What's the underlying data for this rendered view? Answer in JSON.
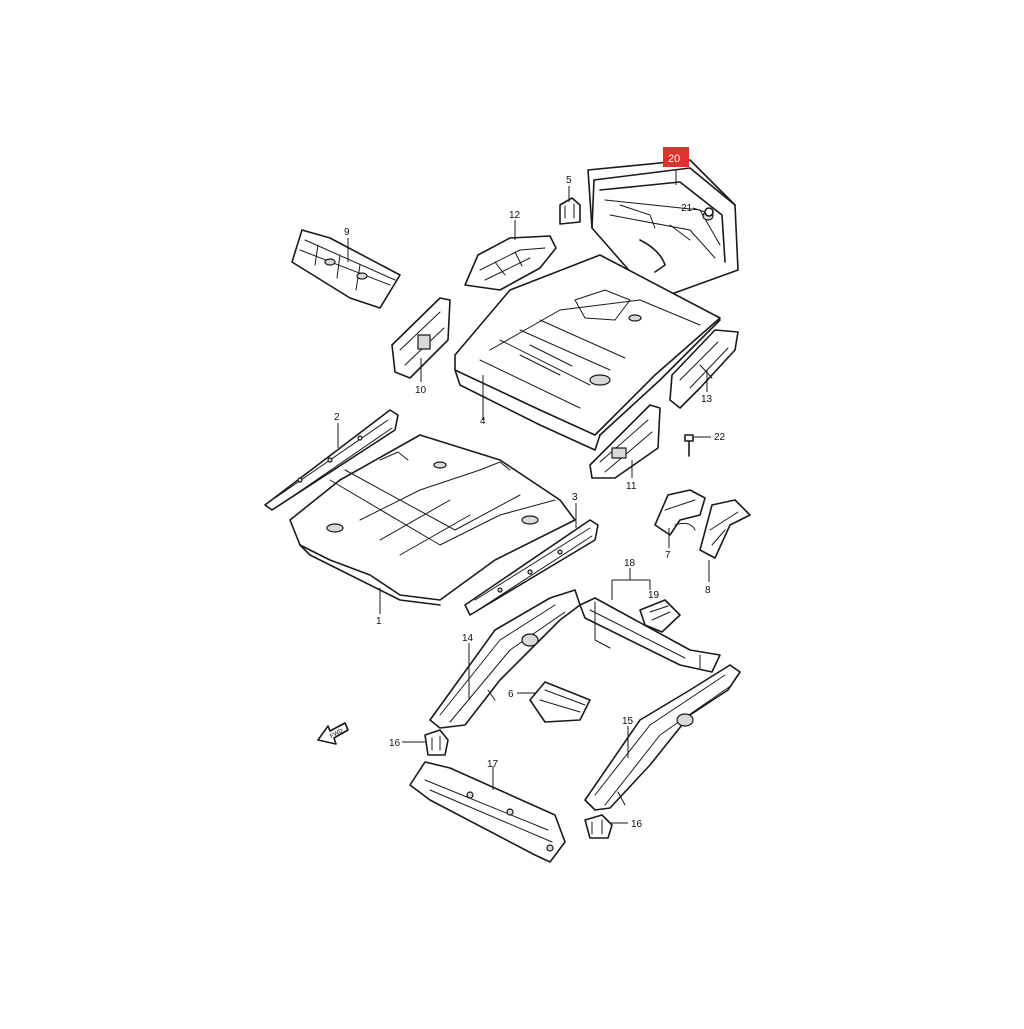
{
  "diagram": {
    "highlight_color": "#e0312d",
    "labels": {
      "p1": "1",
      "p2": "2",
      "p3": "3",
      "p4": "4",
      "p5": "5",
      "p6": "6",
      "p7": "7",
      "p8": "8",
      "p9": "9",
      "p10": "10",
      "p11": "11",
      "p12": "12",
      "p13": "13",
      "p14": "14",
      "p15": "15",
      "p16a": "16",
      "p16b": "16",
      "p17": "17",
      "p18": "18",
      "p19": "19",
      "p20": "20",
      "p21": "21",
      "p22": "22"
    },
    "front_arrow": "FWD"
  }
}
